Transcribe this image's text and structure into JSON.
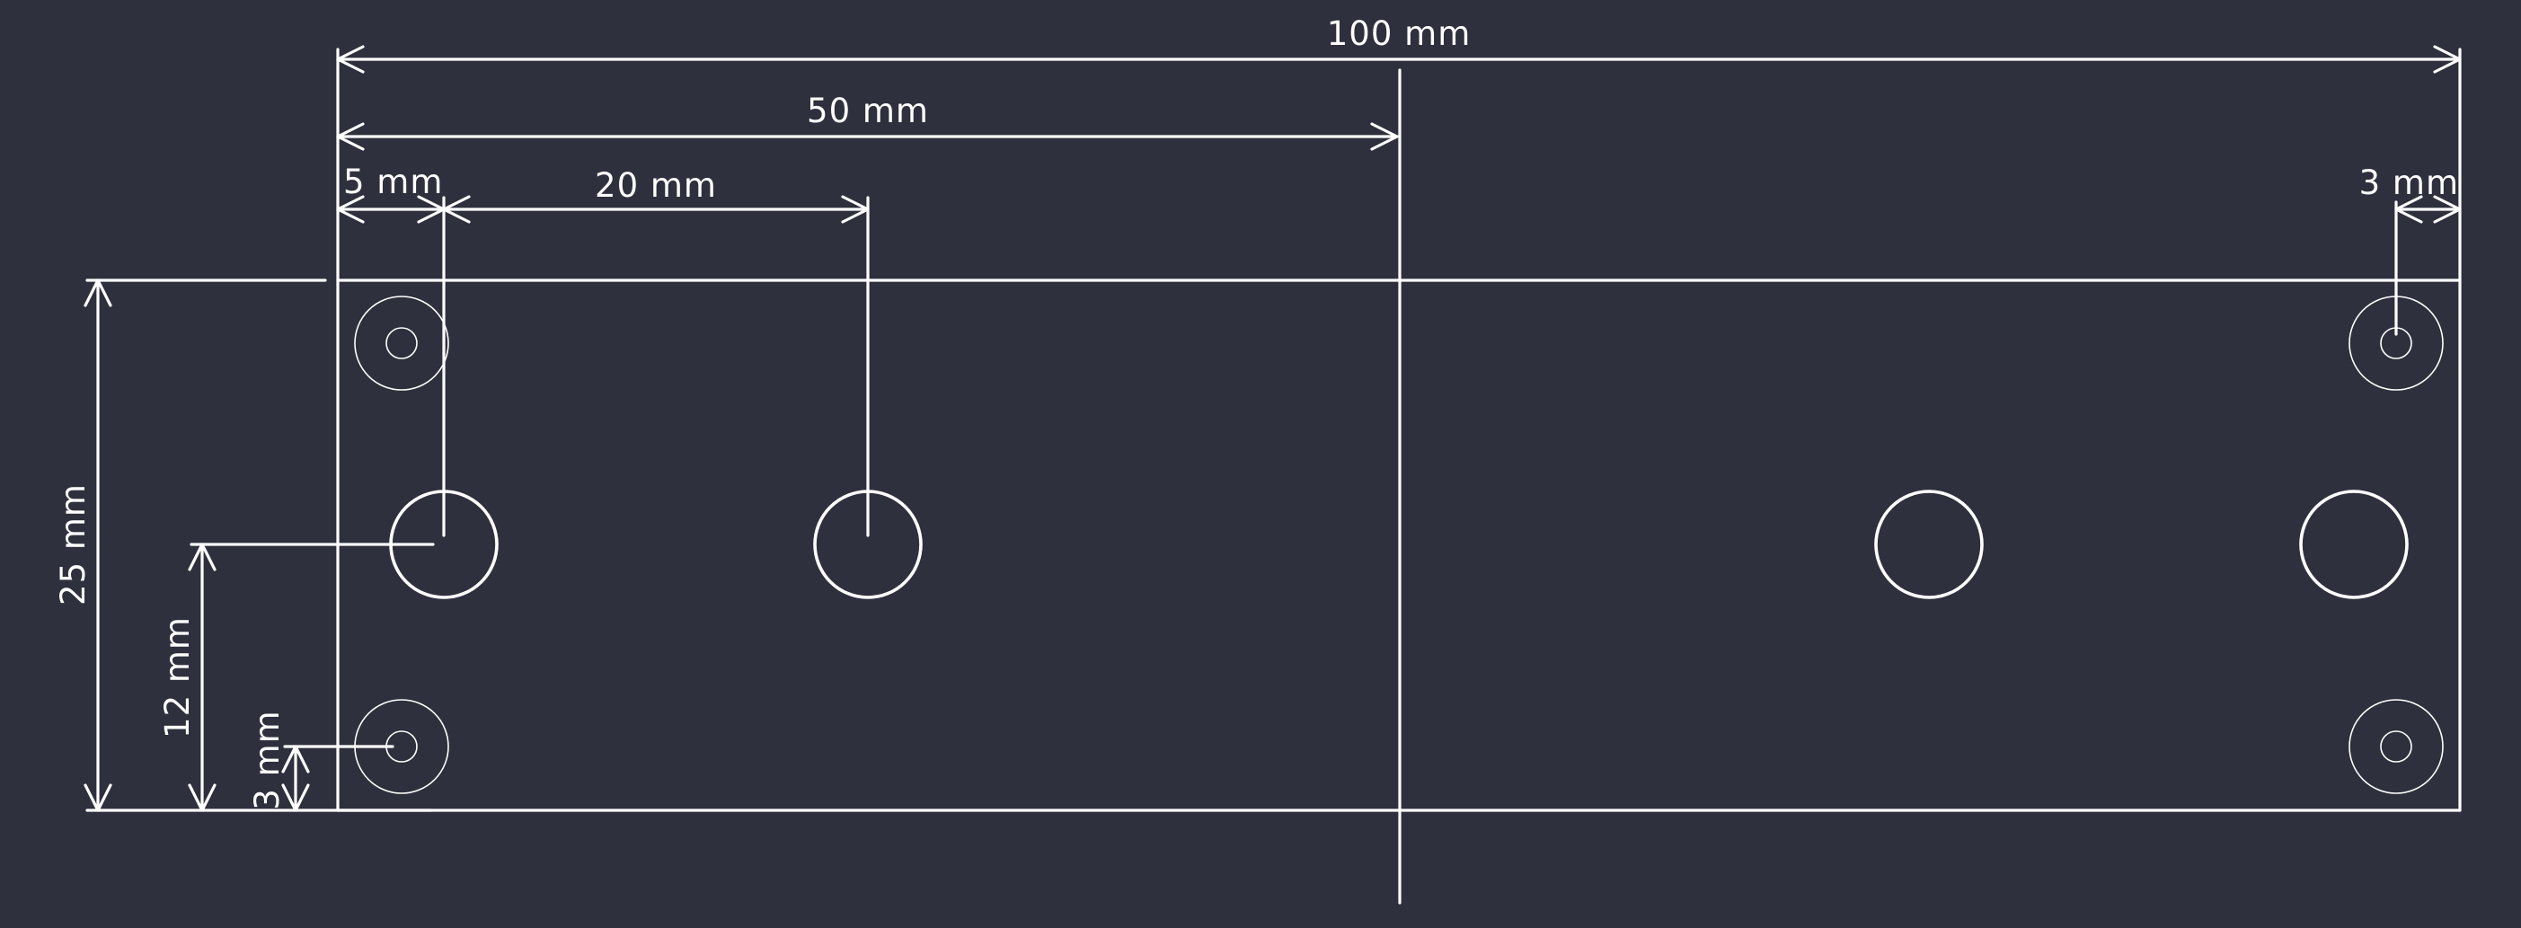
{
  "drawing": {
    "background": "#2e303d",
    "line_color": "#ffffff",
    "dimensions": {
      "width_total": "100 mm",
      "half_width": "50 mm",
      "edge_offset_left": "5 mm",
      "hole_spacing": "20 mm",
      "edge_offset_right": "3 mm",
      "height_total": "25 mm",
      "hole_height": "12 mm",
      "edge_offset_bottom": "3 mm"
    }
  }
}
